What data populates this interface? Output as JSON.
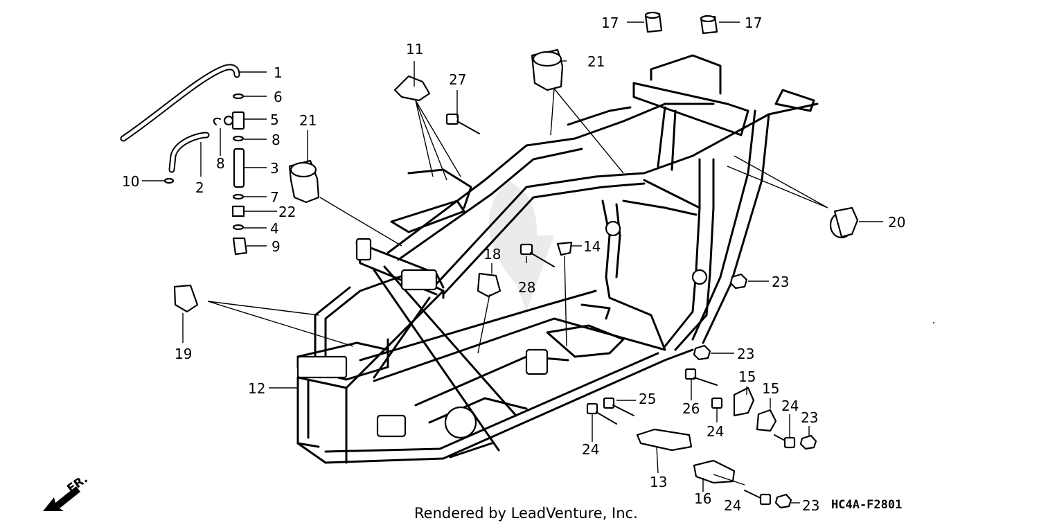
{
  "diagram": {
    "code": "HC4A-F2801",
    "credit": "Rendered by LeadVenture, Inc.",
    "direction": "FR.",
    "callouts": [
      "1",
      "2",
      "3",
      "4",
      "5",
      "6",
      "7",
      "8",
      "8",
      "9",
      "10",
      "11",
      "12",
      "13",
      "14",
      "15",
      "15",
      "16",
      "17",
      "17",
      "18",
      "19",
      "20",
      "21",
      "21",
      "22",
      "23",
      "23",
      "23",
      "23",
      "23",
      "24",
      "24",
      "24",
      "24",
      "25",
      "26",
      "27",
      "28"
    ]
  }
}
